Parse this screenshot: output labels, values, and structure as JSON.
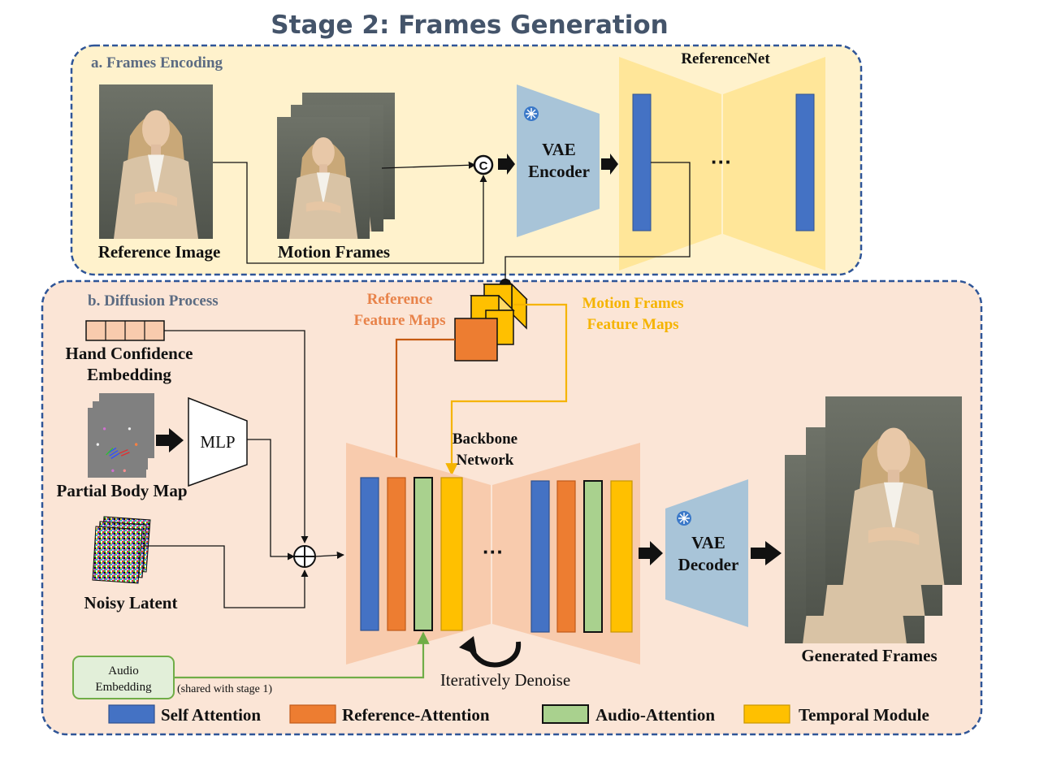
{
  "title": "Stage 2: Frames Generation",
  "section_a": {
    "label": "a. Frames Encoding",
    "reference_image": "Reference Image",
    "motion_frames": "Motion Frames",
    "concat_symbol": "C",
    "vae_encoder": [
      "VAE",
      "Encoder"
    ],
    "referencenet": "ReferenceNet",
    "ellipsis": "···"
  },
  "section_b": {
    "label": "b. Diffusion Process",
    "hand_confidence": [
      "Hand Confidence",
      "Embedding"
    ],
    "partial_body_map": "Partial Body Map",
    "mlp": "MLP",
    "noisy_latent": "Noisy Latent",
    "reference_feature_maps": [
      "Reference",
      "Feature Maps"
    ],
    "motion_feature_maps": [
      "Motion Frames",
      "Feature Maps"
    ],
    "backbone": [
      "Backbone",
      "Network"
    ],
    "ellipsis": "···",
    "vae_decoder": [
      "VAE",
      "Decoder"
    ],
    "generated_frames": "Generated Frames",
    "iteratively_denoise": "Iteratively Denoise",
    "audio_embedding": [
      "Audio",
      "Embedding"
    ],
    "shared_note": "(shared with stage 1)"
  },
  "legend": [
    {
      "label": "Self Attention",
      "color": "#4472c4",
      "border": "#2f528f"
    },
    {
      "label": "Reference-Attention",
      "color": "#ed7d31",
      "border": "#c05a1a"
    },
    {
      "label": "Audio-Attention",
      "color": "#a9d18e",
      "border": "#111111"
    },
    {
      "label": "Temporal Module",
      "color": "#ffc000",
      "border": "#c79600"
    }
  ],
  "colors": {
    "panel_a_fill": "#fff2cc",
    "panel_b_fill": "#fbe5d6",
    "dashed_border": "#2f5597",
    "vae_fill": "#a8c4d8",
    "referencenet_fill": "#ffe699",
    "backbone_fill": "#f8cbad",
    "orange_arrow": "#c55a11",
    "yellow_arrow": "#f5b400",
    "green_arrow": "#70ad47"
  }
}
